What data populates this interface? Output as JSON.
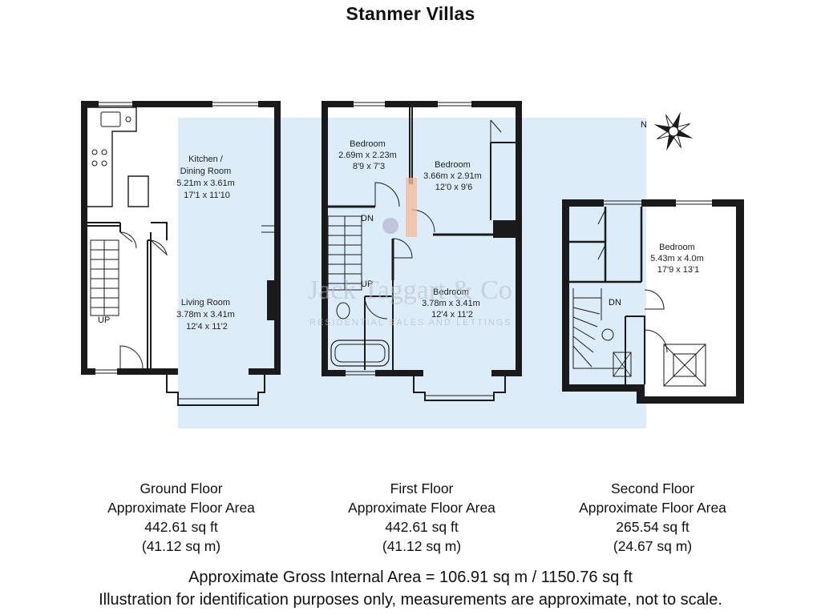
{
  "title": "Stanmer Villas",
  "compass": {
    "label": "N",
    "icon": "compass-rose-icon"
  },
  "watermark": {
    "name": "Jack Taggart & Co",
    "tagline": "RESIDENTIAL SALES AND LETTINGS"
  },
  "colors": {
    "wall": "#1a1a1a",
    "highlight": "#d6eaf8",
    "accent": "#f4b896"
  },
  "rooms": {
    "kitchen": {
      "name": "Kitchen /",
      "name2": "Dining Room",
      "metric": "5.21m x 3.61m",
      "imperial": "17'1 x 11'10"
    },
    "living": {
      "name": "Living Room",
      "metric": "3.78m x 3.41m",
      "imperial": "12'4 x 11'2"
    },
    "bed1": {
      "name": "Bedroom",
      "metric": "2.69m x 2.23m",
      "imperial": "8'9 x 7'3"
    },
    "bed2": {
      "name": "Bedroom",
      "metric": "3.66m x 2.91m",
      "imperial": "12'0 x 9'6"
    },
    "bed3": {
      "name": "Bedroom",
      "metric": "3.78m x 3.41m",
      "imperial": "12'4 x 11'2"
    },
    "bed4": {
      "name": "Bedroom",
      "metric": "5.43m x 4.0m",
      "imperial": "17'9 x 13'1"
    }
  },
  "stairs": {
    "up": "UP",
    "down": "DN"
  },
  "floors": {
    "ground": {
      "name": "Ground Floor",
      "label": "Approximate Floor Area",
      "sqft": "442.61 sq ft",
      "sqm": "(41.12 sq m)"
    },
    "first": {
      "name": "First Floor",
      "label": "Approximate Floor Area",
      "sqft": "442.61 sq ft",
      "sqm": "(41.12 sq m)"
    },
    "second": {
      "name": "Second Floor",
      "label": "Approximate Floor Area",
      "sqft": "265.54 sq ft",
      "sqm": "(24.67 sq m)"
    }
  },
  "gross_area": "Approximate Gross Internal Area = 106.91 sq m / 1150.76 sq ft",
  "disclaimer": "Illustration for identification purposes only, measurements are approximate, not to scale."
}
